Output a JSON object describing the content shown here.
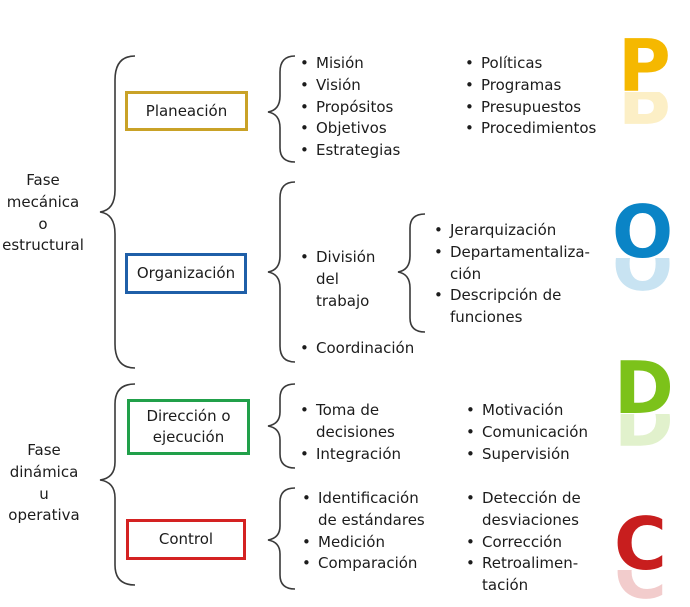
{
  "phases": {
    "mechanical": [
      "Fase",
      "mecánica",
      "o",
      "estructural"
    ],
    "dynamic": [
      "Fase",
      "dinámica",
      "u",
      "operativa"
    ]
  },
  "stages": {
    "planning": "Planeación",
    "organization": "Organización",
    "direction": [
      "Dirección o",
      "ejecución"
    ],
    "control": "Control"
  },
  "planning_items": {
    "col1": [
      "Misión",
      "Visión",
      "Propósitos",
      "Objetivos",
      "Estrategias"
    ],
    "col2": [
      "Políticas",
      "Programas",
      "Presupuestos",
      "Procedimientos"
    ]
  },
  "organization_items": {
    "division": [
      "División",
      "del",
      "trabajo"
    ],
    "division_sub": [
      [
        "Jerarquización"
      ],
      [
        "Departamentaliza-",
        "ción"
      ],
      [
        "Descripción de",
        "funciones"
      ]
    ],
    "coordination": "Coordinación"
  },
  "direction_items": {
    "col1": [
      [
        "Toma de",
        "decisiones"
      ],
      [
        "Integración"
      ]
    ],
    "col2": [
      "Motivación",
      "Comunicación",
      "Supervisión"
    ]
  },
  "control_items": {
    "col1": [
      [
        "Identificación",
        "de estándares"
      ],
      [
        "Medición"
      ],
      [
        "Comparación"
      ]
    ],
    "col2": [
      [
        "Detección de",
        "desviaciones"
      ],
      [
        "Corrección"
      ],
      [
        "Retroalimen-",
        "tación"
      ]
    ]
  },
  "letters": [
    "P",
    "O",
    "D",
    "C"
  ],
  "colors": {
    "planning": "#c9a227",
    "organization": "#1f5fa8",
    "direction": "#21a04a",
    "control": "#d42222",
    "letter_p": "#f5b800",
    "letter_o": "#0a84c6",
    "letter_d": "#7cc21a",
    "letter_c": "#c81e1e"
  }
}
